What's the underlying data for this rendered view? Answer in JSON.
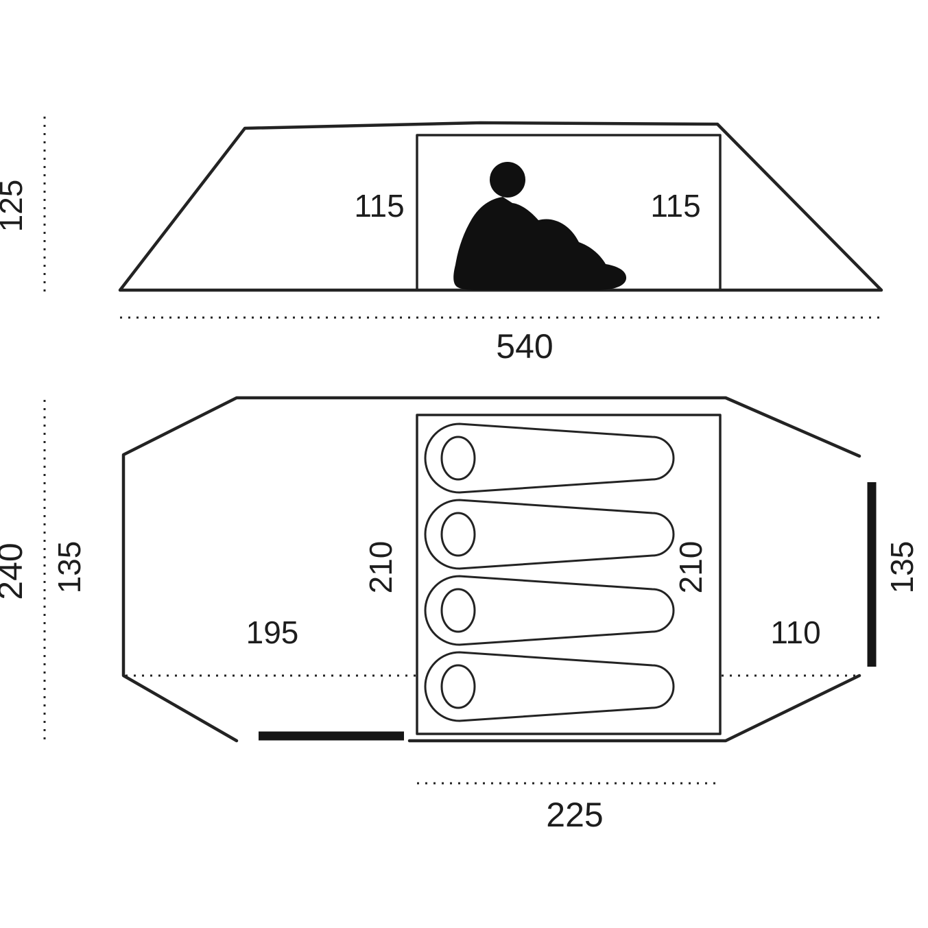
{
  "colors": {
    "line": "#232323",
    "text": "#1d1d1d",
    "background": "#ffffff"
  },
  "side_view": {
    "height": "125",
    "total_length": "540",
    "inner_height_left": "115",
    "inner_height_right": "115"
  },
  "floor_plan": {
    "total_width": "240",
    "inner_width_left": "135",
    "inner_width_right": "135",
    "inner_length_left": "210",
    "inner_length_right": "210",
    "vestibule_front": "195",
    "vestibule_rear": "110",
    "inner_tent_length": "225",
    "sleeping_bag_count": 4
  }
}
